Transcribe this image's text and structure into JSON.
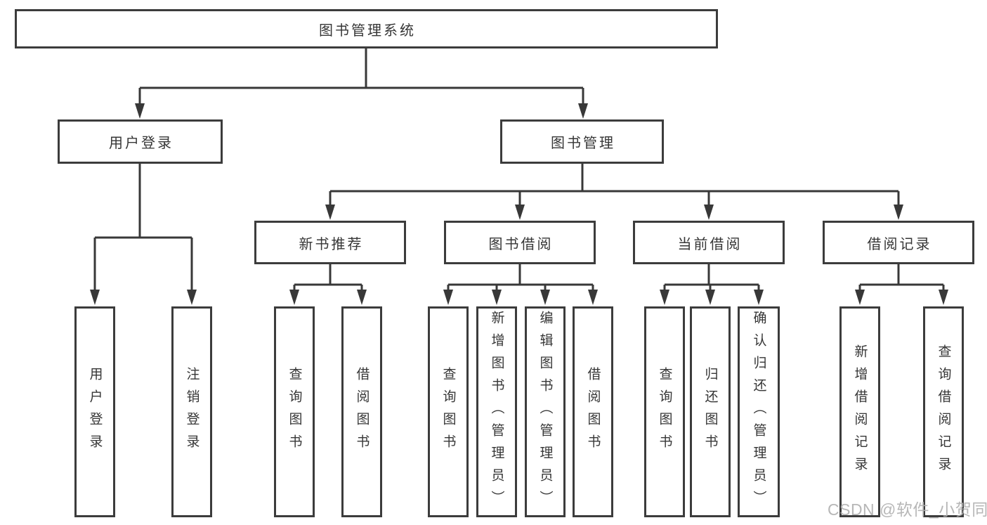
{
  "diagram": {
    "title": "图书管理系统",
    "level2": {
      "user_login": "用户登录",
      "book_management": "图书管理"
    },
    "level3": {
      "new_book_recommend": "新书推荐",
      "book_borrowing": "图书借阅",
      "current_borrowing": "当前借阅",
      "borrowing_records": "借阅记录"
    },
    "leaves": {
      "user_login": [
        "用户登录",
        "注销登录"
      ],
      "new_book_recommend": [
        "查询图书",
        "借阅图书"
      ],
      "book_borrowing": [
        "查询图书",
        "新增图书（管理员）",
        "编辑图书（管理员）",
        "借阅图书"
      ],
      "current_borrowing": [
        "查询图书",
        "归还图书",
        "确认归还（管理员）"
      ],
      "borrowing_records": [
        "新增借阅记录",
        "查询借阅记录"
      ]
    }
  },
  "watermark": "CSDN @软件_小贺同学",
  "colors": {
    "line": "#383838",
    "border": "#3c3c3c",
    "text": "#363636",
    "background": "#ffffff",
    "watermark": "#b1b1b1"
  }
}
